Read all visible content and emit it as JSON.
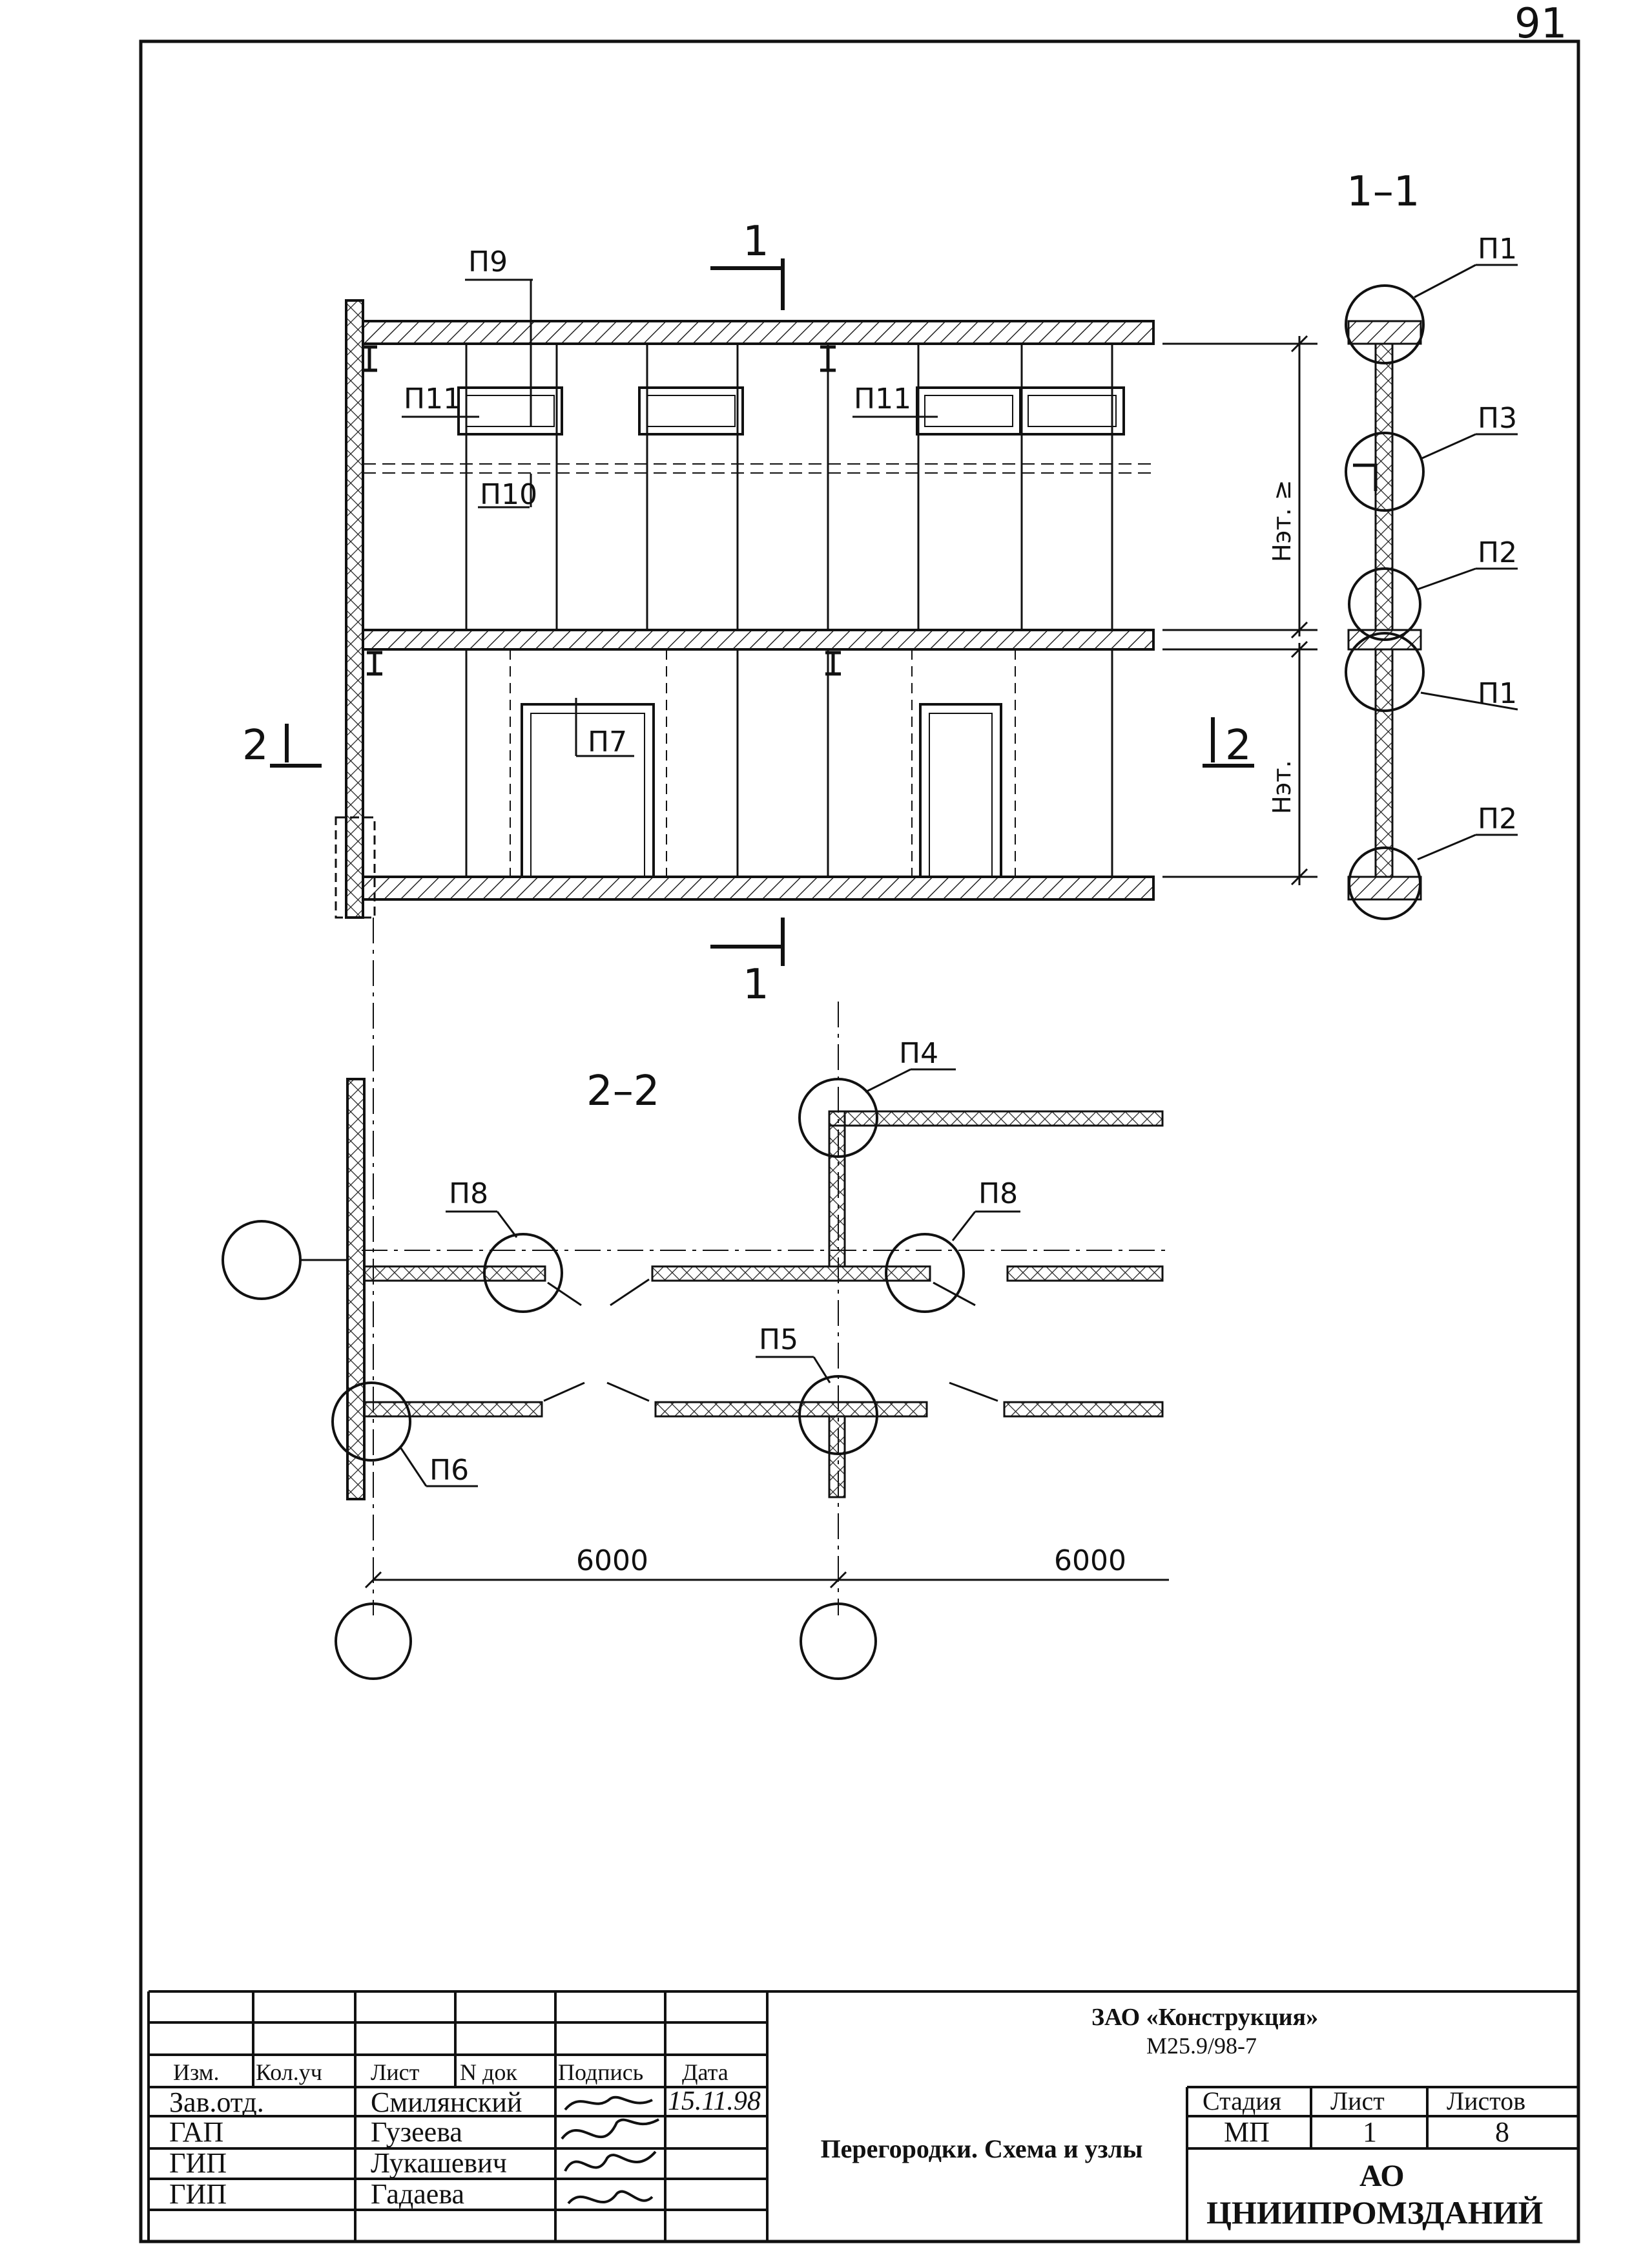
{
  "page_number": "91",
  "sections": {
    "section_1_1": "1–1",
    "section_2_2": "2–2",
    "cut_1": "1",
    "cut_2": "2"
  },
  "node_labels": {
    "p1": "П1",
    "p2": "П2",
    "p3": "П3",
    "p4": "П4",
    "p5": "П5",
    "p6": "П6",
    "p7": "П7",
    "p8": "П8",
    "p9": "П9",
    "p10": "П10",
    "p11": "П11"
  },
  "level_labels": {
    "floor_height_2": "Нэт. ≥",
    "floor_height_1": "Нэт."
  },
  "dimensions": {
    "span_1": "6000",
    "span_2": "6000"
  },
  "title_block": {
    "headers": {
      "izm": "Изм.",
      "kol": "Кол.уч",
      "list": "Лист",
      "ndok": "N док",
      "podpis": "Подпись",
      "data": "Дата"
    },
    "roles": [
      "Зав.отд.",
      "ГАП",
      "ГИП",
      "ГИП"
    ],
    "names": [
      "Смилянский",
      "Гузеева",
      "Лукашевич",
      "Гадаева"
    ],
    "date": "15.11.98",
    "company": "ЗАО «Конструкция»",
    "doc_code": "М25.9/98-7",
    "sheet_title": "Перегородки. Схема и узлы",
    "stage_header": "Стадия",
    "sheet_header": "Лист",
    "sheets_header": "Листов",
    "stage": "МП",
    "sheet": "1",
    "sheets": "8",
    "org_line1": "АО",
    "org_line2": "ЦНИИПРОМЗДАНИЙ"
  }
}
